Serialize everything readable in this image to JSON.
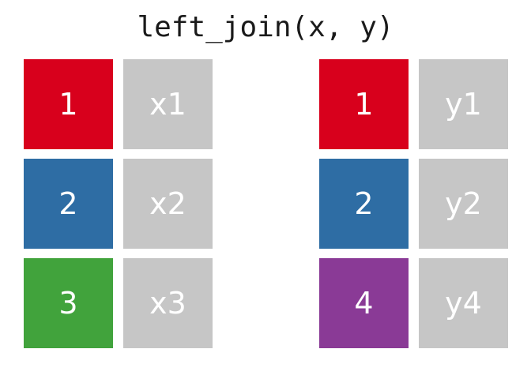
{
  "title": "left_join(x, y)",
  "colors": {
    "background": "#FFFFFF",
    "title_text": "#1A1A1A",
    "cell_text": "#FFFFFF",
    "key_red": "#D8001C",
    "key_blue": "#2E6DA4",
    "key_green": "#41A33C",
    "key_purple": "#8A3A96",
    "value_gray": "#C6C6C6"
  },
  "tables": {
    "x": {
      "rows": [
        {
          "key": "1",
          "value": "x1",
          "key_color": "#D8001C"
        },
        {
          "key": "2",
          "value": "x2",
          "key_color": "#2E6DA4"
        },
        {
          "key": "3",
          "value": "x3",
          "key_color": "#41A33C"
        }
      ]
    },
    "y": {
      "rows": [
        {
          "key": "1",
          "value": "y1",
          "key_color": "#D8001C"
        },
        {
          "key": "2",
          "value": "y2",
          "key_color": "#2E6DA4"
        },
        {
          "key": "4",
          "value": "y4",
          "key_color": "#8A3A96"
        }
      ]
    }
  }
}
